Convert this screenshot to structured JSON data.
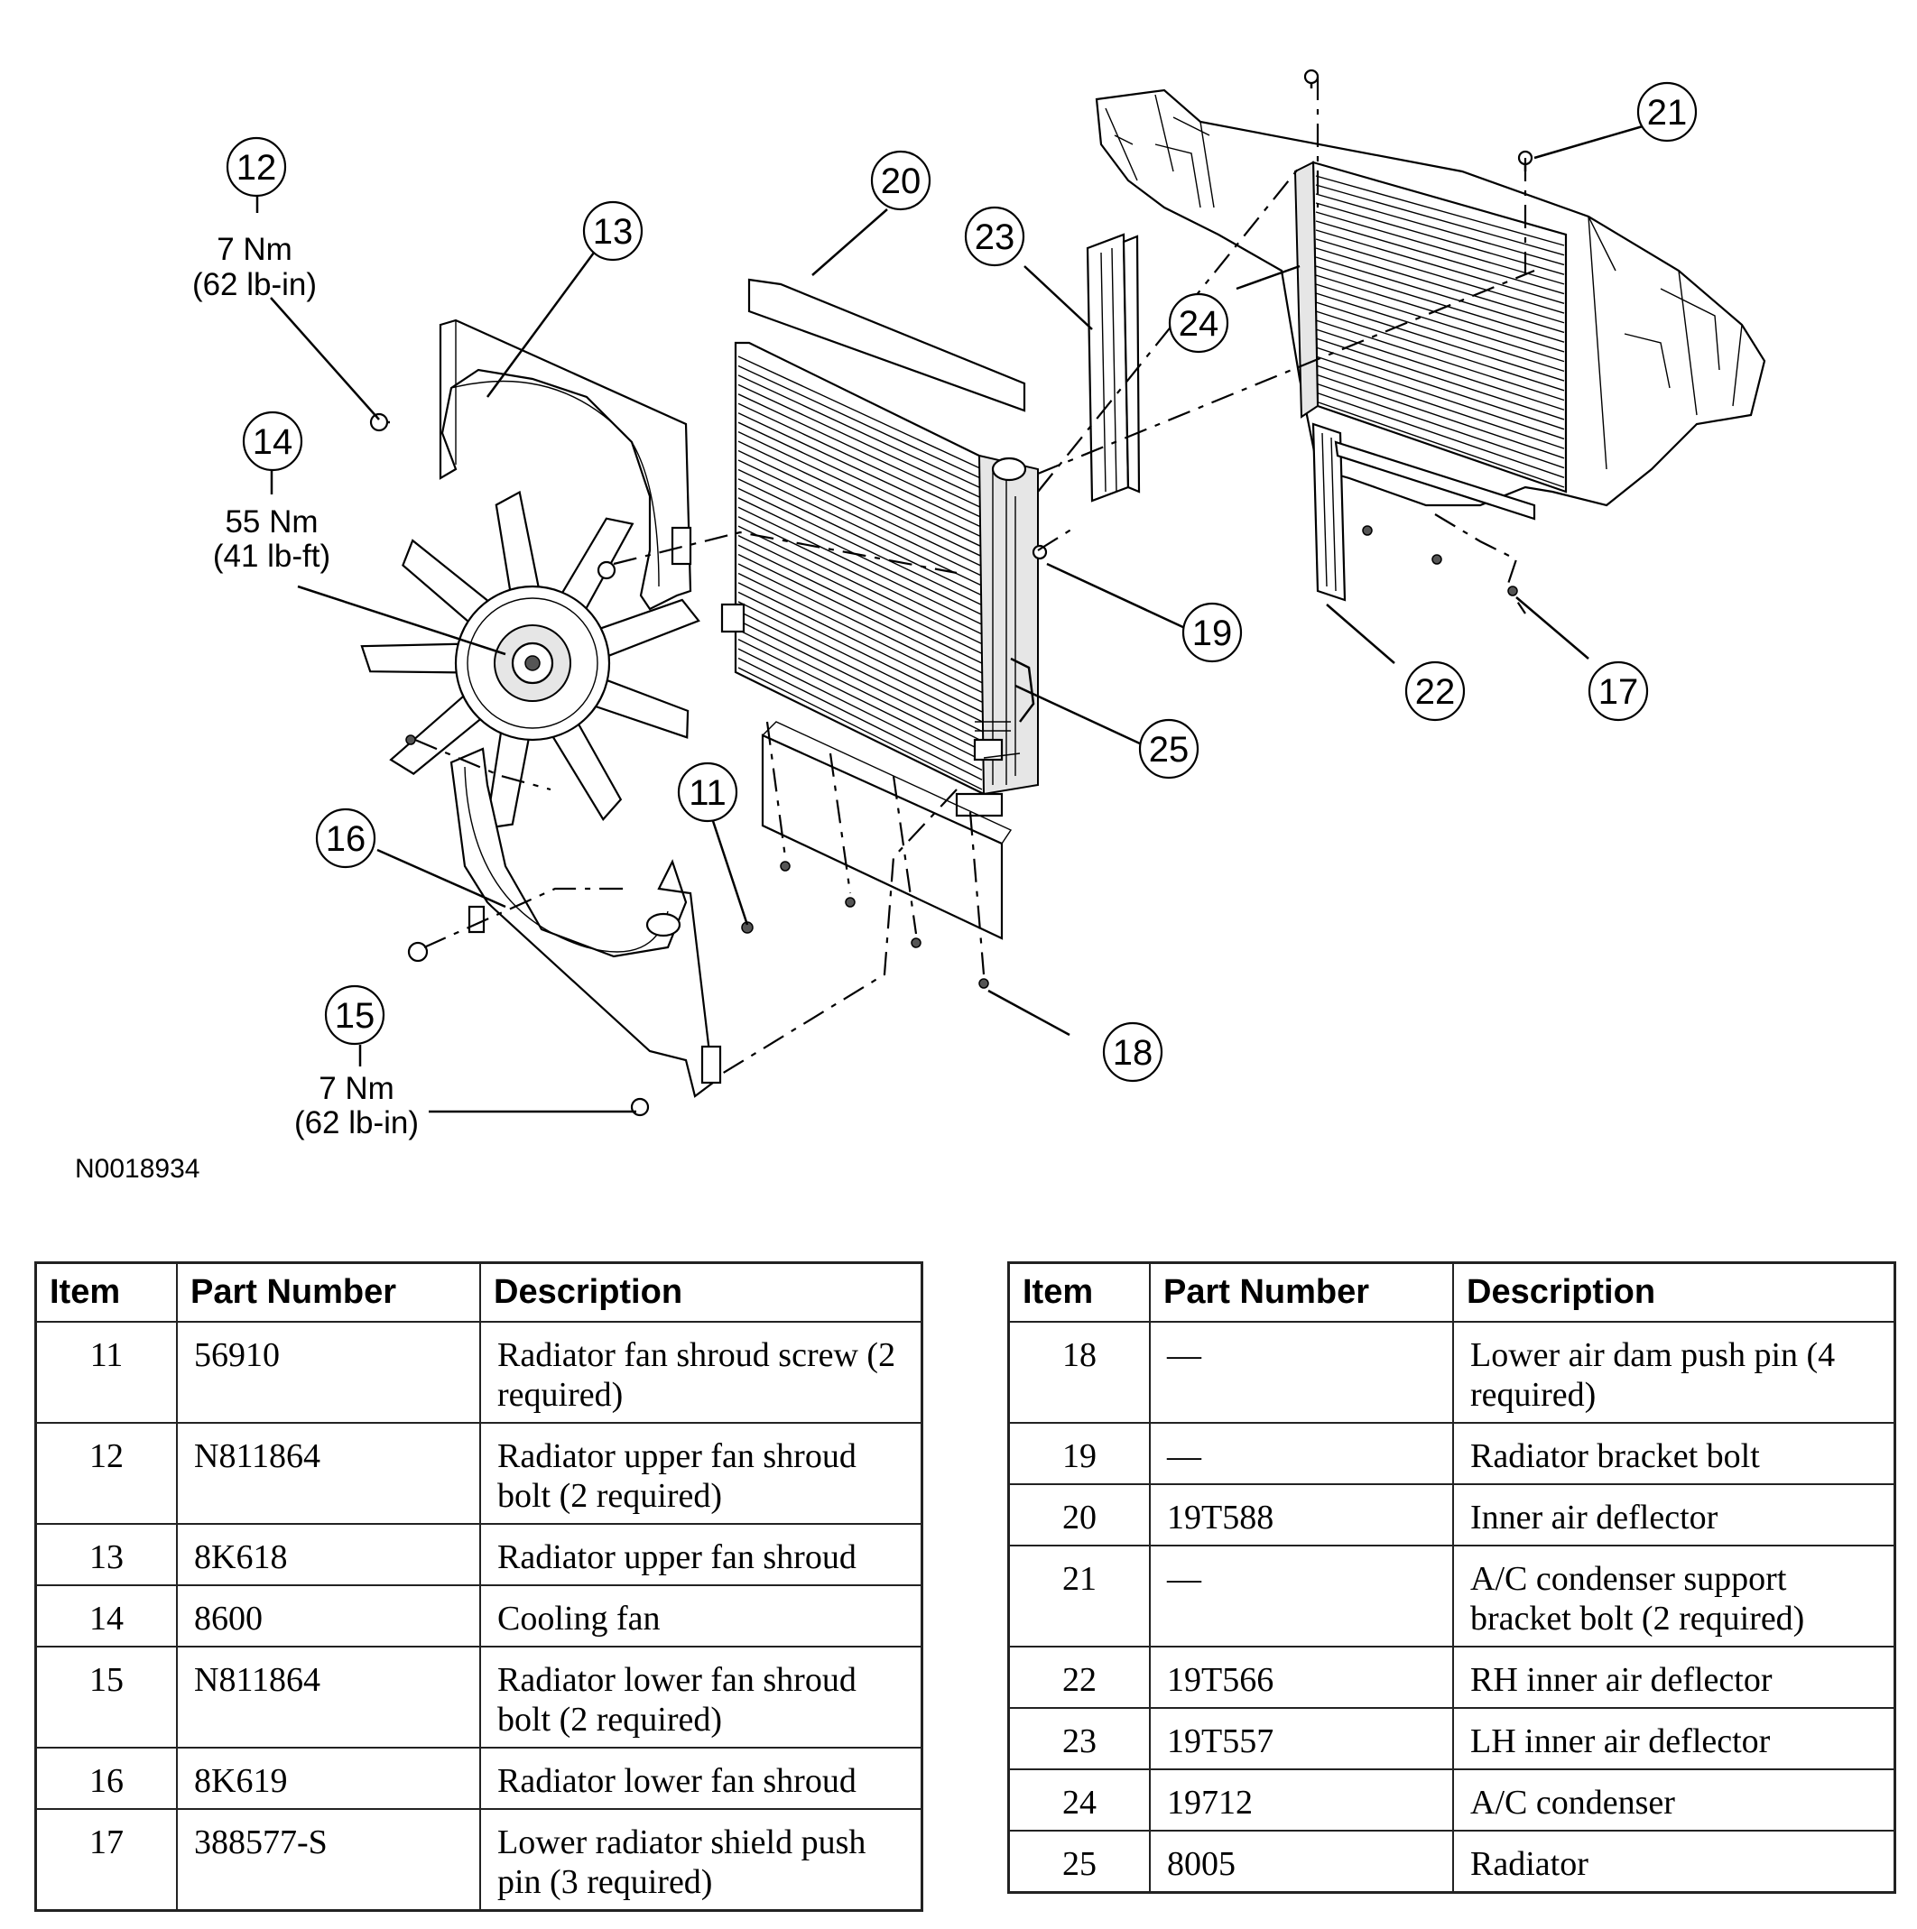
{
  "figure_id": "N0018934",
  "callouts": [
    {
      "num": "11"
    },
    {
      "num": "12"
    },
    {
      "num": "13"
    },
    {
      "num": "14"
    },
    {
      "num": "15"
    },
    {
      "num": "16"
    },
    {
      "num": "17"
    },
    {
      "num": "18"
    },
    {
      "num": "19"
    },
    {
      "num": "20"
    },
    {
      "num": "21"
    },
    {
      "num": "22"
    },
    {
      "num": "23"
    },
    {
      "num": "24"
    },
    {
      "num": "25"
    }
  ],
  "torque_specs": {
    "item12": {
      "metric": "7 Nm",
      "imperial": "(62 lb-in)"
    },
    "item14": {
      "metric": "55 Nm",
      "imperial": "(41 lb-ft)"
    },
    "item15": {
      "metric": "7 Nm",
      "imperial": "(62 lb-in)"
    }
  },
  "table_headers": {
    "item": "Item",
    "part_number": "Part Number",
    "description": "Description"
  },
  "table_left": [
    {
      "item": "11",
      "part": "56910",
      "desc": "Radiator fan shroud screw (2 required)"
    },
    {
      "item": "12",
      "part": "N811864",
      "desc": "Radiator upper fan shroud bolt (2 required)"
    },
    {
      "item": "13",
      "part": "8K618",
      "desc": "Radiator upper fan shroud"
    },
    {
      "item": "14",
      "part": "8600",
      "desc": "Cooling fan"
    },
    {
      "item": "15",
      "part": "N811864",
      "desc": "Radiator lower fan shroud bolt (2 required)"
    },
    {
      "item": "16",
      "part": "8K619",
      "desc": "Radiator lower fan shroud"
    },
    {
      "item": "17",
      "part": "388577-S",
      "desc": "Lower radiator shield push pin (3 required)"
    }
  ],
  "table_right": [
    {
      "item": "18",
      "part": "—",
      "desc": "Lower air dam push pin (4 required)"
    },
    {
      "item": "19",
      "part": "—",
      "desc": "Radiator bracket bolt"
    },
    {
      "item": "20",
      "part": "19T588",
      "desc": "Inner air deflector"
    },
    {
      "item": "21",
      "part": "—",
      "desc": "A/C condenser support bracket bolt (2 required)"
    },
    {
      "item": "22",
      "part": "19T566",
      "desc": "RH inner air deflector"
    },
    {
      "item": "23",
      "part": "19T557",
      "desc": "LH inner air deflector"
    },
    {
      "item": "24",
      "part": "19712",
      "desc": "A/C condenser"
    },
    {
      "item": "25",
      "part": "8005",
      "desc": "Radiator"
    }
  ]
}
